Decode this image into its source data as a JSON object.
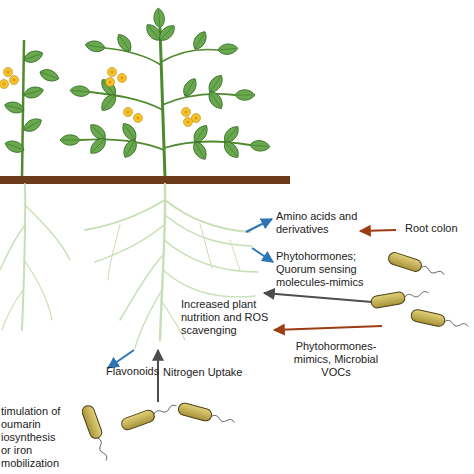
{
  "diagram": {
    "labels": [
      "Amino acids and derivatives",
      "Root colon",
      "Phytohormones; Quorum sensing molecules-mimics",
      "Increased plant nutrition and ROS scavenging",
      "Phytohormones-mimics, Microbial VOCs",
      "Flavonoids",
      "Nitrogen Uptake",
      "timulation of oumarin iosynthesis or iron mobilization"
    ]
  }
}
